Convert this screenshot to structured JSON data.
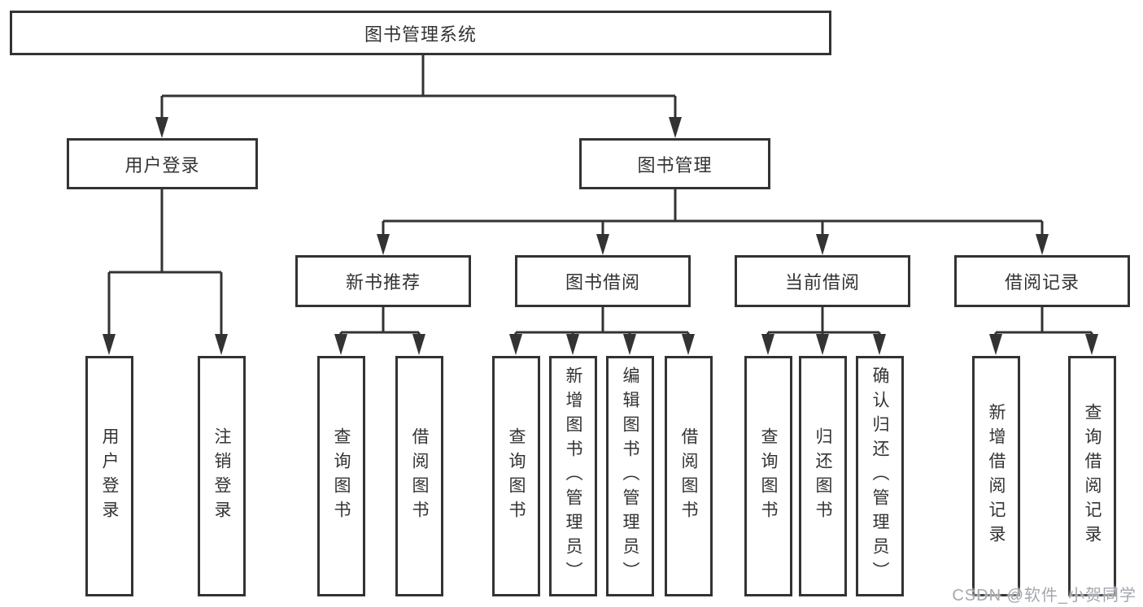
{
  "diagram": {
    "type": "hierarchy-tree",
    "background": "#ffffff",
    "line_color": "#333333",
    "text_color": "#333333"
  },
  "nodes": {
    "root": {
      "label": "图书管理系统"
    },
    "user_login": {
      "label": "用户登录"
    },
    "book_mgmt": {
      "label": "图书管理"
    },
    "new_rec": {
      "label": "新书推荐"
    },
    "book_borrow": {
      "label": "图书借阅"
    },
    "cur_borrow": {
      "label": "当前借阅"
    },
    "borrow_rec": {
      "label": "借阅记录"
    },
    "leaf_user_login": {
      "label": "用户登录"
    },
    "leaf_logout": {
      "label": "注销登录"
    },
    "leaf_query_1": {
      "label": "查询图书"
    },
    "leaf_borrow_1": {
      "label": "借阅图书"
    },
    "leaf_query_2": {
      "label": "查询图书"
    },
    "leaf_add_book": {
      "label": "新增图书（管理员）"
    },
    "leaf_edit_book": {
      "label": "编辑图书（管理员）"
    },
    "leaf_borrow_2": {
      "label": "借阅图书"
    },
    "leaf_query_3": {
      "label": "查询图书"
    },
    "leaf_return": {
      "label": "归还图书"
    },
    "leaf_confirm": {
      "label": "确认归还（管理员）"
    },
    "leaf_add_record": {
      "label": "新增借阅记录"
    },
    "leaf_query_record": {
      "label": "查询借阅记录"
    }
  },
  "hierarchy": {
    "图书管理系统": {
      "用户登录": [
        "用户登录",
        "注销登录"
      ],
      "图书管理": {
        "新书推荐": [
          "查询图书",
          "借阅图书"
        ],
        "图书借阅": [
          "查询图书",
          "新增图书（管理员）",
          "编辑图书（管理员）",
          "借阅图书"
        ],
        "当前借阅": [
          "查询图书",
          "归还图书",
          "确认归还（管理员）"
        ],
        "借阅记录": [
          "新增借阅记录",
          "查询借阅记录"
        ]
      }
    }
  },
  "watermark": {
    "text": "CSDN @软件_小贺同学",
    "color": "#a3a8ae"
  }
}
